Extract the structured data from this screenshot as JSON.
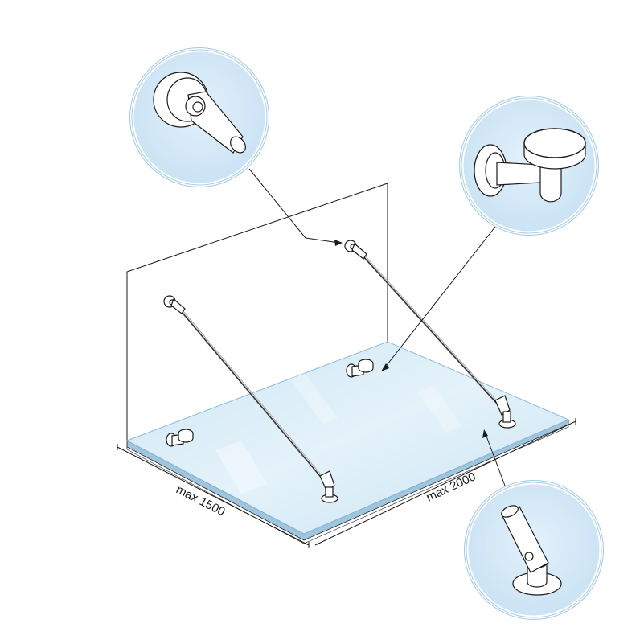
{
  "dimensions": {
    "width_label": "max 1500",
    "length_label": "max 2000"
  },
  "colors": {
    "glass": "#d8ecf7",
    "glass_edge": "#a9cfe6",
    "bubble": "#d5e9f7",
    "line": "#1a1a1a"
  },
  "callouts": [
    {
      "name": "wall-rod-bracket-detail"
    },
    {
      "name": "glass-clamp-bracket-detail"
    },
    {
      "name": "rod-end-glass-fitting-detail"
    }
  ]
}
